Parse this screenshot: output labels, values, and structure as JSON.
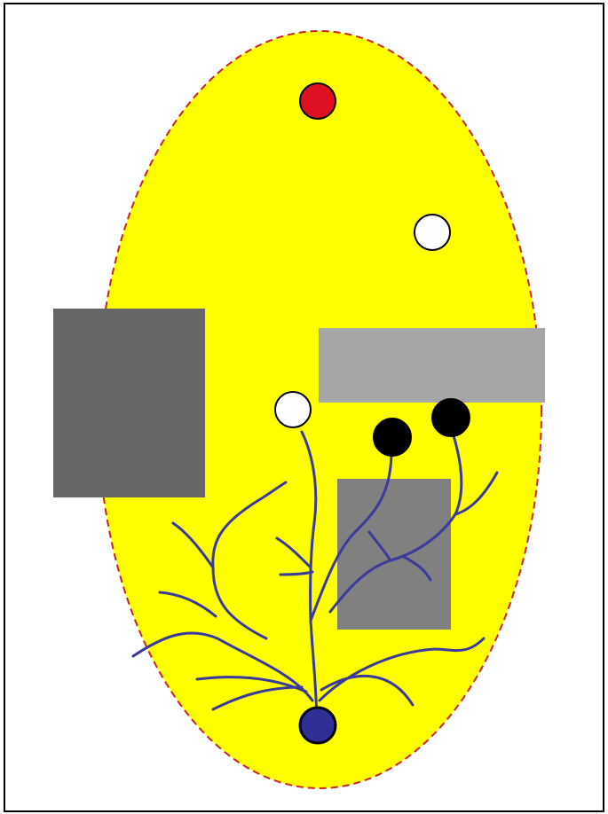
{
  "colors": {
    "background": "#ffffff",
    "frame": "#000000",
    "ellipse_fill": "#ffff00",
    "ellipse_border": "#cc2222",
    "branch": "#3a3a9c",
    "red_circle": "#dd1122",
    "white_circle": "#ffffff",
    "black_circle": "#000000",
    "blue_circle": "#2f2f96",
    "dark_gray_block": "#666666",
    "light_gray_bar": "#a6a6a6",
    "mid_gray_block": "#808080"
  },
  "shapes": {
    "frame": "outer-frame",
    "ellipse": "yellow-ellipse",
    "blocks": [
      "dark-gray-rectangle",
      "light-gray-rectangle",
      "mid-gray-square"
    ],
    "circles": [
      "red-circle",
      "white-circle-top",
      "white-circle-middle",
      "black-circle-small",
      "black-circle-large",
      "blue-root-circle"
    ],
    "branches": "blue-branch-tree"
  }
}
